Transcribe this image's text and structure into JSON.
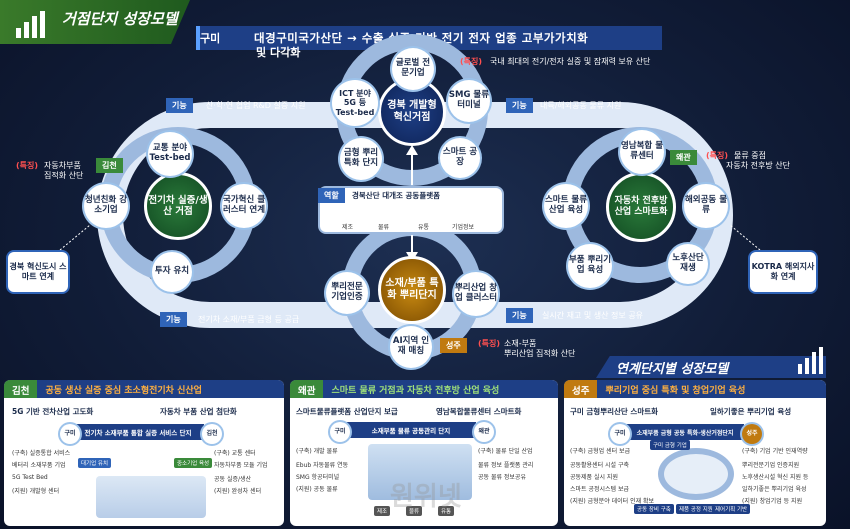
{
  "title": "거점단지 성장모델",
  "header": {
    "tag": "구미",
    "line1": "대경구미국가산단 → 수출 실증 기반 전기 전자 업종 고부가가치화",
    "line2": "및 다각화"
  },
  "features": {
    "gumi": "국내 최대의 전기/전자 실증 및 잠재력 보유 산단",
    "gimcheon_tag": "김천",
    "gimcheon_a": "자동차부품",
    "gimcheon_b": "집적화 산단",
    "waegwan_tag": "왜관",
    "waegwan_a": "물류 중점",
    "waegwan_b": "자동차 전후방 산단",
    "seongju_tag": "성주",
    "seongju_a": "소재-부품",
    "seongju_b": "뿌리산업 집적화 산단",
    "feature_label": "(특징)"
  },
  "functions": {
    "label": "기능",
    "f1": "산·학·연 협업 R&D 실증 지원",
    "f2": "내륙/해외공동 물류 지원",
    "f3": "전기차 소재/부품 금형 등 공급",
    "f4": "실시간 재고 및 생산 정보 공유"
  },
  "hubs": {
    "gyeongbuk": "경북 개발형 혁신거점",
    "ev": "전기차 실증/생산 거점",
    "auto": "자동차 전후방 산업 스마트화",
    "material": "소재/부품 특화 뿌리단지"
  },
  "nodes": {
    "n1": "글로벌 전문기업",
    "n2": "SMG 물류 터미널",
    "n3": "ICT 분야 5G 등 Test-bed",
    "n4": "금형 뿌리특화 단지",
    "n5": "스마트 공장",
    "n6": "교통 분야 Test-bed",
    "n7": "청년친화 강소기업",
    "n8": "국가혁신 클러스터 연계",
    "n9": "투자 유치",
    "n10": "영남복합 물류센터",
    "n11": "스마트 물류산업 육성",
    "n12": "해외공동 물류",
    "n13": "부품 뿌리기업 육성",
    "n14": "노후산단 재생",
    "n15": "뿌리전문 기업인증",
    "n16": "뿌리산업 창업 클러스터",
    "n17": "AI지역 인재 매칭"
  },
  "external": {
    "left": "경북 혁신도시 스마트 연계",
    "right": "KOTRA 해외지사화 연계"
  },
  "center": {
    "role": "역할",
    "platform": "경북산단 대개조 공동플랫폼",
    "items": [
      "제조",
      "물류",
      "유통",
      "기업정보"
    ]
  },
  "section2_title": "연계단지별 성장모델",
  "panels": [
    {
      "tag": "김천",
      "title": "공동 생산 실증 중심 초소형전기차 신산업",
      "sub1": "5G 기반 전차산업 고도화",
      "sub2": "자동차 부품 산업 첨단화",
      "core": "전기차 소재부품 통합 실증 서비스 단지",
      "n1": "구미",
      "n2": "김천",
      "rows": [
        "(구축) 실증통합 서비스",
        "베터리 소재부품 기업",
        "5G Test Bed",
        "(지원) 개발형 센터",
        "(구축) 교통 센터",
        "자동차부품 모듈 기업",
        "공동 실증/생산",
        "(지원) 완성차 센터"
      ],
      "chips": [
        "대기업 유치",
        "중소기업 육성"
      ]
    },
    {
      "tag": "왜관",
      "title": "스마트 물류 거점과 자동차 전후방 산업 육성",
      "sub1": "스마트물류플랫폼 산업단지 보급",
      "sub2": "영남복합물류센터 스마트화",
      "core": "소재부품 물류 공동관리 단지",
      "n1": "구미",
      "n2": "왜관",
      "rows": [
        "(구축) 개발 물류",
        "Ebub 자동물류 연동",
        "SMG 항공터미널",
        "(지원) 공동 물류",
        "(구축) 물류 단일 산업",
        "물류 정보 플랫폼 관리",
        "공동 물류 정보공유"
      ],
      "chips": [
        "제조",
        "물류",
        "유통"
      ]
    },
    {
      "tag": "성주",
      "title": "뿌리기업 중심 특화 및 창업기업 육성",
      "sub1": "구미 금형뿌리산단 스마트화",
      "sub2": "일하기좋은 뿌리기업 육성",
      "core": "소재부품 금형 공동 특화·생산거점단지",
      "n1": "구미",
      "n2": "성주",
      "rows": [
        "(구축) 금형업 센터 보급",
        "공동활용센터 시설 구축",
        "공동제품 실시 지원",
        "스마트 공정시스템 보급",
        "(지원) 금형분야 데이터 인재 확보",
        "(구축) 기업 기반 인재역량",
        "뿌리전문기업 인증지원",
        "노후생산시설 혁신 지원 등",
        "일하기좋은 뿌리기업 육성",
        "(지원) 창업기업 등 지원"
      ],
      "chips": [
        "구미 금형 기업",
        "공동 장비 구축",
        "제품 공정 지원",
        "제어기획 기반"
      ]
    }
  ],
  "watermark": "원위넷"
}
